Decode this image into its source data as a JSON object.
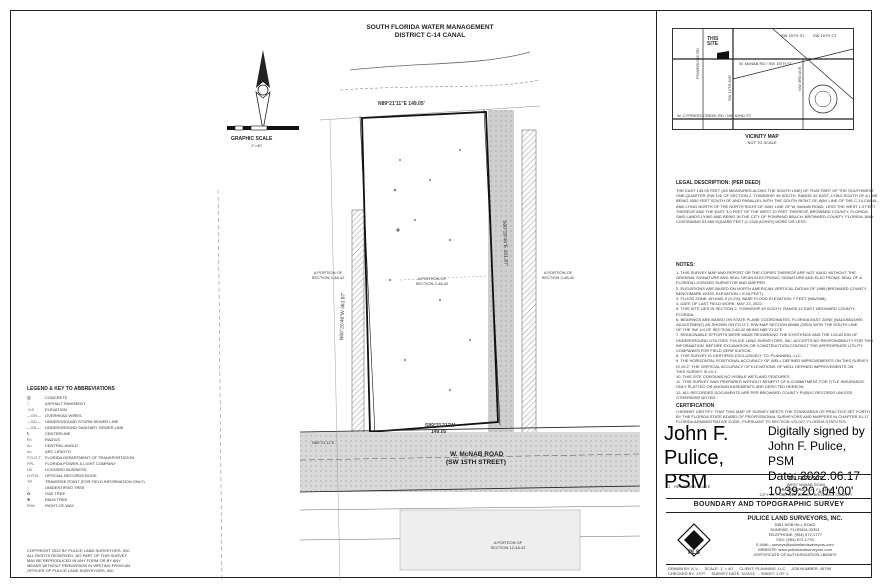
{
  "canal": {
    "line1": "SOUTH FLORIDA WATER MANAGEMENT",
    "line2": "DISTRICT C-14 CANAL"
  },
  "graphic_scale": {
    "label": "GRAPHIC SCALE",
    "sub": "1\"=40'"
  },
  "survey": {
    "north_bearing": "N89°21'11\"E 149.05'",
    "south_bearing": "S89°21'11\"W",
    "south_distance": "149.05'",
    "west_bearing": "N00°20'46\"W 361.87'",
    "east_bearing": "S00°20'46\"E 361.87'",
    "parcel_label_center": "A PORTION OF SECTION 2-48-42",
    "parcel_label_left": "A PORTION OF SECTION 2-48-42",
    "parcel_label_right": "A PORTION OF SECTION 2-48-42",
    "road_name": "W. McNAB ROAD",
    "road_alt": "(SW 15TH STREET)",
    "road_bearing_left": "N89°21'11\"E",
    "south_parcel": "A PORTION OF SECTION 12-48-42"
  },
  "vicinity": {
    "title": "VICINITY MAP",
    "sub": "NOT TO SCALE",
    "site_label": "THIS SITE",
    "streets": [
      "W. McNAB RD / SW 15TH ST",
      "SW 15TH ST",
      "W. CYPRESS CREEK RD / NW 62ND ST",
      "POWERLINE RD",
      "SW 12TH AVE",
      "NW 3RD AVE",
      "SW 15TH CT"
    ]
  },
  "legal": {
    "title": "LEGAL DESCRIPTION: (PER DEED)",
    "text": [
      "THE EAST 149.05 FEET (AS MEASURED ALONG THE SOUTH LINE) OF THAT PART OF THE SOUTHWEST",
      "ONE-QUARTER (SW 1/4) OF SECTION 2, TOWNSHIP 49 SOUTH, RANGE 42 EAST, LYING SOUTH OF A LINE",
      "BEING 3050 FEET SOUTH OF AND PARALLEL WITH THE SOUTH RIGHT-OF-WAY LINE OF THE C-14 CANAL,",
      "AND LYING NORTH OF THE NORTH RIGHT-OF-WAY LINE OF W. McNAB ROAD; LESS THE WEST 1.0 FEET",
      "THEREOF AND THE EAST 3.0 FEET OF THE WEST 10 FEET THEREOF, BROWARD COUNTY, FLORIDA.",
      "SAID LANDS LYING AND BEING IN THE CITY OF POMPANO BEACH, BROWARD COUNTY, FLORIDA, AND",
      "CONTAINING 53,669 SQUARE FEET (1.2320 ACRES) MORE OR LESS."
    ]
  },
  "notes": {
    "title": "NOTES:",
    "items": [
      "1. THIS SURVEY MAP AND REPORT OR THE COPIES THEREOF ARE NOT VALID WITHOUT THE",
      "   ORIGINAL SIGNATURE AND SEAL OR AN ELECTRONIC SIGNATURE AND ELECTRONIC SEAL OF A",
      "   FLORIDA LICENSED SURVEYOR AND MAPPER.",
      "2. ELEVATIONS ARE BASED ON NORTH AMERICAN VERTICAL DATUM OF 1988 (BROWARD COUNTY",
      "   BENCHMARK #2393, ELEVATION = 8.16 FEET).",
      "3. FLOOD ZONE: AH AND X (0.2%), BASE FLOOD ELEVATION: 7 FEET (NAVD88).",
      "4. DATE OF LAST FIELD WORK: MAY 23, 2022.",
      "5. THIS SITE LIES IN SECTION 2, TOWNSHIP 49 SOUTH, RANGE 42 EAST, BROWARD COUNTY,",
      "   FLORIDA.",
      "6. BEARINGS ARE BASED ON STATE PLANE COORDINATES, FLORIDA EAST ZONE (NAD1983/1990",
      "   ADJUSTMENT) AS SHOWN ON F.D.O.T. R/W MAP SECTION 86060 (2003) WITH THE SOUTH LINE",
      "   OF THE SW 1/4 OF SECTION 2-49-42 BEING N89°21'11\"E.",
      "7. REASONABLE EFFORTS WERE MADE REGARDING THE EXISTENCE AND THE LOCATION OF",
      "   UNDERGROUND UTILITIES. PULICE LAND SURVEYORS, INC. ACCEPTS NO RESPONSIBILITY FOR THIS",
      "   INFORMATION. BEFORE EXCAVATION OR CONSTRUCTION CONTACT THE APPROPRIATE UTILITY",
      "   COMPANIES FOR FIELD VERIFICATION.",
      "8. THIS SURVEY IS CERTIFIED EXCLUSIVELY TO: PLANNING, LLC.",
      "9. THE HORIZONTAL POSITIONAL ACCURACY OF WELL DEFINED IMPROVEMENTS ON THIS SURVEY",
      "   IS ±0.2'. THE VERTICAL ACCURACY OF ELEVATIONS OF WELL DEFINED IMPROVEMENTS ON",
      "   THIS SURVEY IS ±0.1'.",
      "10. THIS SITE CONTAINS NO VISIBLE WETLAND FEATURES.",
      "11. THIS SURVEY WAS PREPARED WITHOUT BENEFIT OF A COMMITMENT FOR TITLE INSURANCE.",
      "    ONLY PLATTED OR KNOWN EASEMENTS ARE DEPICTED HEREON.",
      "12. ALL RECORDED DOCUMENTS ARE PER BROWARD COUNTY PUBLIC RECORDS UNLESS",
      "    OTHERWISE NOTED."
    ]
  },
  "certification": {
    "title": "CERTIFICATION",
    "text": [
      "I HEREBY CERTIFY: THAT THIS MAP OF SURVEY MEETS THE STANDARDS OF PRACTICE SET FORTH",
      "BY THE FLORIDA STATE BOARD OF PROFESSIONAL SURVEYORS AND MAPPERS IN CHAPTER 5J-17,",
      "FLORIDA ADMINISTRATIVE CODE, PURSUANT TO SECTION 472.027, FLORIDA STATUTES."
    ]
  },
  "signature": {
    "name_line1": "John F.",
    "name_line2": "Pulice, PSM",
    "digital_l1": "Digitally signed by",
    "digital_l2": "John F. Pulice, PSM",
    "digital_l3": "Date: 2022.06.17",
    "digital_l4": "10:39:20 -04'00'"
  },
  "project": {
    "name": "WILFERZ SITE",
    "line2": "WEST McNAB ROAD",
    "line3": "POMPANO BEACH, FL 33069",
    "line4": "CITY OF POMPANO BEACH, BROWARD COUNTY"
  },
  "revision": {
    "no": "1",
    "desc": "REVISIONS",
    "date": "DATE"
  },
  "sheet_title": "BOUNDARY AND TOPOGRAPHIC SURVEY",
  "firm": {
    "logo": "PLS",
    "name": "PULICE LAND SURVEYORS, INC.",
    "addr1": "5381 NOB HILL ROAD",
    "addr2": "SUNRISE, FLORIDA 33351",
    "tel": "TELEPHONE: (954) 572-1777",
    "fax": "FAX: (954) 572-1778",
    "email": "E-MAIL: surveys@pulicelandsurveyors.com",
    "web": "WEBSITE: www.pulicelandsurveyors.com",
    "cert": "CERTIFICATE OF AUTHORIZATION LB#3870"
  },
  "footer": {
    "drawn": "DRAWN BY: K.V.",
    "checked": "CHECKED BY: J.F.P.",
    "scale": "SCALE: 1\" = 40'",
    "field": "SURVEY DATE: 5/23/22",
    "client": "CLIENT: PLANNING, LLC",
    "job": "JOB NUMBER: 46796",
    "sheet": "SHEET: 1 OF 1"
  },
  "legend": {
    "title": "LEGEND & KEY TO ABBREVIATIONS",
    "items": [
      {
        "sym": "▨",
        "label": "CONCRETE"
      },
      {
        "sym": "░",
        "label": "ASPHALT PAVEMENT"
      },
      {
        "sym": "·0.0",
        "label": "ELEVATION"
      },
      {
        "sym": "—OH—",
        "label": "OVERHEAD WIRES"
      },
      {
        "sym": "—SD—",
        "label": "UNDERGROUND STORM SEWER LINE"
      },
      {
        "sym": "—SS—",
        "label": "UNDERGROUND SANITARY SEWER LINE"
      },
      {
        "sym": "℄",
        "label": "CENTERLINE"
      },
      {
        "sym": "R=",
        "label": "RADIUS"
      },
      {
        "sym": "Δ=",
        "label": "CENTRAL ANGLE"
      },
      {
        "sym": "A=",
        "label": "ARC LENGTH"
      },
      {
        "sym": "F.D.O.T.",
        "label": "FLORIDA DEPARTMENT OF TRANSPORTATION"
      },
      {
        "sym": "FPL",
        "label": "FLORIDA POWER & LIGHT COMPANY"
      },
      {
        "sym": "LB",
        "label": "LICENSED BUSINESS"
      },
      {
        "sym": "O.R.B.",
        "label": "OFFICIAL RECORDS BOOK"
      },
      {
        "sym": "TP",
        "label": "TRAVERSE POINT (FOR FIELD INFORMATION ONLY)"
      },
      {
        "sym": "◌",
        "label": "UNIDENTIFIED TREE"
      },
      {
        "sym": "✿",
        "label": "OAK TREE"
      },
      {
        "sym": "✱",
        "label": "PALM TREE"
      },
      {
        "sym": "R/W",
        "label": "RIGHT-OF-WAY"
      }
    ]
  },
  "copyright": [
    "COPYRIGHT 2022 BY PULICE LAND SURVEYORS, INC.",
    "ALL RIGHTS RESERVED. NO PART OF THIS SURVEY",
    "MAY BE REPRODUCED IN ANY FORM OR BY ANY",
    "MEANS WITHOUT PERMISSION IN WRITING FROM AN",
    "OFFICER OF PULICE LAND SURVEYORS, INC."
  ]
}
